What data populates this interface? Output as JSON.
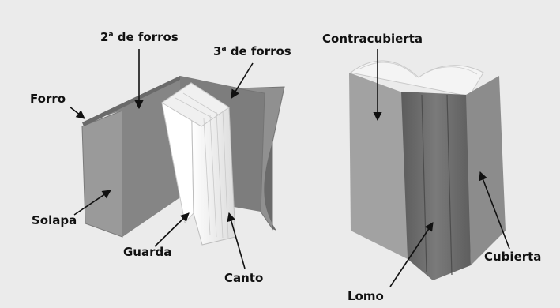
{
  "labels": {
    "segunda_forros": {
      "num": "2",
      "sup": "a",
      "text": " de forros"
    },
    "tercera_forros": {
      "num": "3",
      "sup": "a",
      "text": " de forros"
    },
    "forro": "Forro",
    "solapa": "Solapa",
    "guarda": "Guarda",
    "canto": "Canto",
    "contracubierta": "Contracubierta",
    "cubierta": "Cubierta",
    "lomo": "Lomo"
  },
  "colors": {
    "background": "#ebebeb",
    "cover_dark": "#6e6e6e",
    "cover_mid": "#8c8c8c",
    "cover_light": "#a8a8a8",
    "pages": "#f5f5f5",
    "text": "#111111"
  }
}
